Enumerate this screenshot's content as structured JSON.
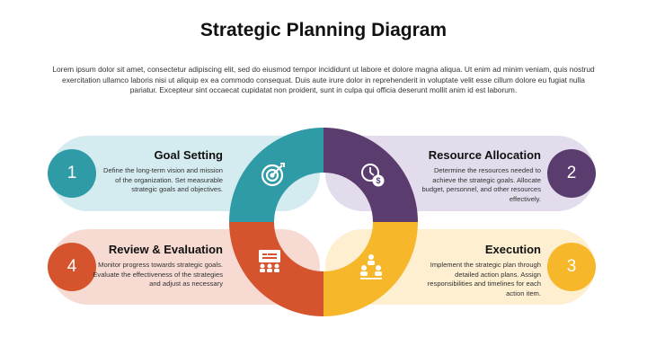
{
  "title": "Strategic Planning Diagram",
  "intro": "Lorem ipsum dolor sit amet, consectetur adipiscing elit, sed do eiusmod tempor incididunt ut labore et dolore magna aliqua. Ut enim ad minim veniam, quis nostrud exercitation ullamco laboris nisi ut aliquip ex ea commodo consequat. Duis aute irure dolor in reprehenderit in voluptate velit esse cillum dolore eu fugiat nulla pariatur. Excepteur sint occaecat cupidatat non proident, sunt in culpa qui officia deserunt mollit anim id est laborum.",
  "stages": [
    {
      "number": "1",
      "title": "Goal Setting",
      "description": "Define the long-term vision and mission of the organization. Set measurable strategic goals and objectives.",
      "color": "#2e9ba6",
      "icon": "target-icon"
    },
    {
      "number": "2",
      "title": "Resource Allocation",
      "description": "Determine the resources needed to achieve the strategic goals. Allocate budget, personnel, and other resources effectively.",
      "color": "#5a3d6e",
      "icon": "clock-dollar-icon"
    },
    {
      "number": "3",
      "title": "Execution",
      "description": "Implement the strategic plan through detailed action plans. Assign responsibilities and timelines for each action item.",
      "color": "#f7b72b",
      "icon": "team-hierarchy-icon"
    },
    {
      "number": "4",
      "title": "Review & Evaluation",
      "description": "Monitor progress towards strategic goals. Evaluate the effectiveness of the strategies and adjust as necessary",
      "color": "#d5542e",
      "icon": "presentation-icon"
    }
  ]
}
